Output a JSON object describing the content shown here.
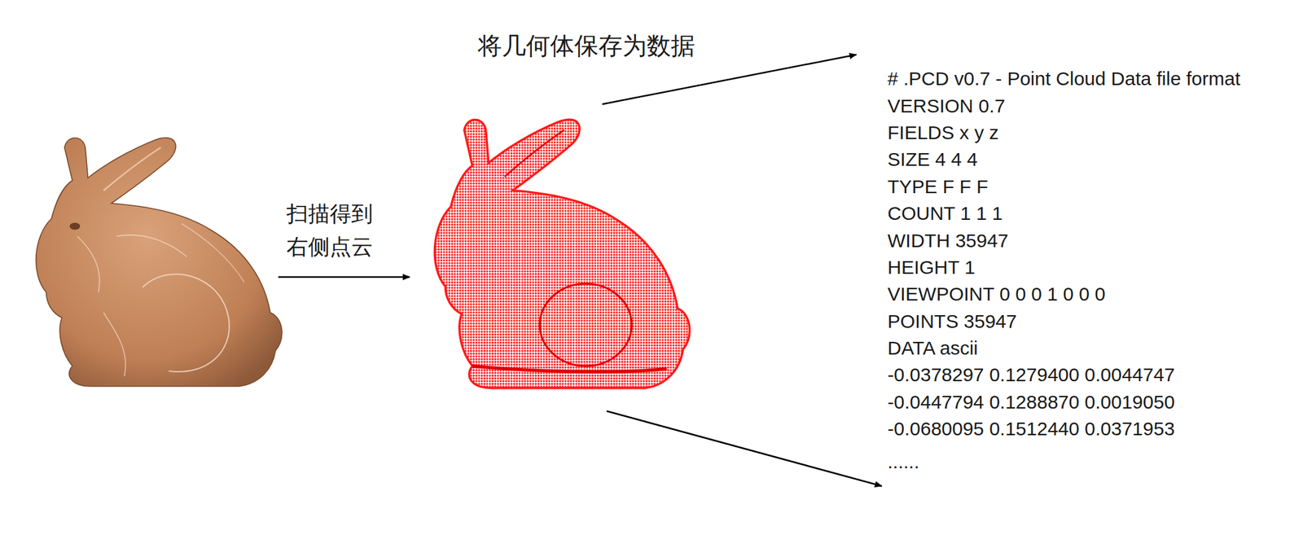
{
  "diagram": {
    "labels": [
      "将几何体保存为数据",
      "扫描得到 右侧点云",
      "# .PCD v0.7 - Point Cloud Data file format",
      "VERSION 0.7",
      "FIELDS x y z",
      "SIZE 4 4 4",
      "TYPE F F F",
      "COUNT 1 1 1",
      "WIDTH 35947",
      "HEIGHT 1",
      "VIEWPOINT 0 0 0 1 0 0 0",
      "POINTS 35947",
      "DATA ascii",
      "-0.0378297 0.1279400 0.0044747",
      "-0.0447794 0.1288870 0.0019050",
      "-0.0680095 0.1512440 0.0371953",
      "......"
    ]
  }
}
